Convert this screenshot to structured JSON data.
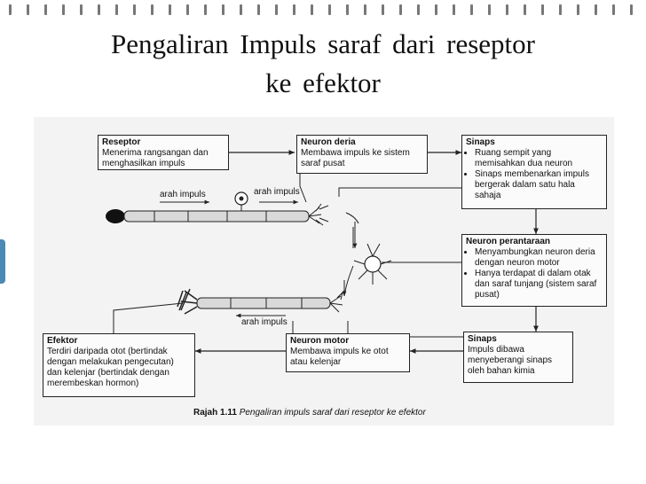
{
  "slide": {
    "title_line1": "Pengaliran  Impuls  saraf  dari  reseptor",
    "title_line2": "ke  efektor"
  },
  "boxes": {
    "reseptor": {
      "title": "Reseptor",
      "text": "Menerima rangsangan dan menghasilkan impuls"
    },
    "neuron_deria": {
      "title": "Neuron deria",
      "text": "Membawa impuls ke sistem saraf pusat"
    },
    "sinaps_top": {
      "title": "Sinaps",
      "bullets": [
        "Ruang sempit yang memisahkan dua neuron",
        "Sinaps membenarkan impuls bergerak dalam satu hala sahaja"
      ]
    },
    "neuron_perantaraan": {
      "title": "Neuron perantaraan",
      "bullets": [
        "Menyambungkan neuron deria dengan neuron motor",
        "Hanya terdapat di dalam otak dan saraf tunjang (sistem saraf pusat)"
      ]
    },
    "sinaps_bottom": {
      "title": "Sinaps",
      "text": "Impuls dibawa menyeberangi sinaps oleh bahan kimia"
    },
    "neuron_motor": {
      "title": "Neuron motor",
      "text": "Membawa impuls ke otot atau kelenjar"
    },
    "efektor": {
      "title": "Efektor",
      "text": "Terdiri daripada otot (bertindak dengan melakukan pengecutan) dan kelenjar (bertindak dengan merembeskan hormon)"
    }
  },
  "labels": {
    "arah_impuls_1": "arah impuls",
    "arah_impuls_2": "arah impuls",
    "arah_impuls_3": "arah impuls"
  },
  "caption": {
    "number": "Rajah 1.11",
    "text": "Pengaliran impuls saraf dari reseptor ke efektor"
  },
  "colors": {
    "line": "#222222",
    "figure_bg": "#f3f3f3",
    "accent": "#4a8ab5"
  }
}
